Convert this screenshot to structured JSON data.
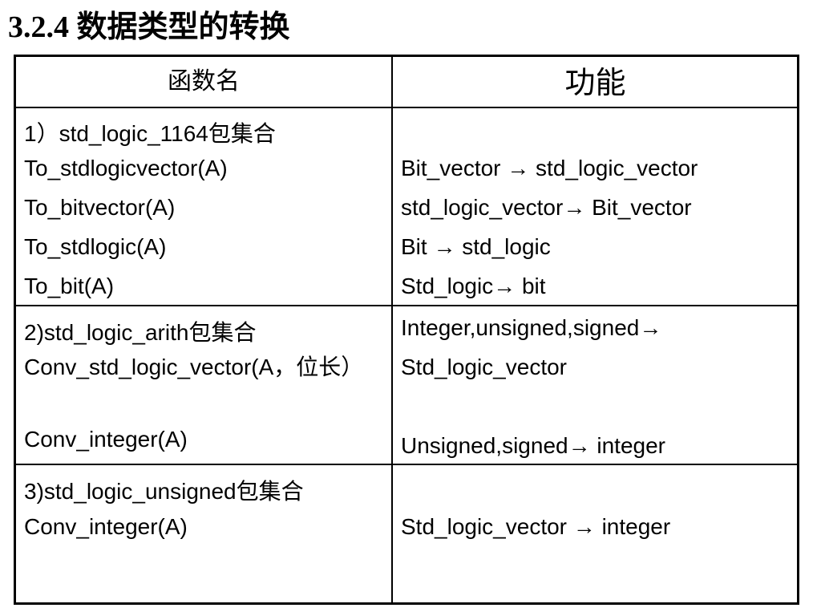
{
  "title": "3.2.4 数据类型的转换",
  "table": {
    "header": {
      "name": "函数名",
      "function": "功能"
    },
    "sections": [
      {
        "package": "1）std_logic_1164包集合",
        "functions": [
          "To_stdlogicvector(A)",
          "To_bitvector(A)",
          "To_stdlogic(A)",
          "To_bit(A)"
        ],
        "descriptions": [
          "Bit_vector → std_logic_vector",
          "std_logic_vector→  Bit_vector",
          "Bit → std_logic",
          "Std_logic→   bit"
        ]
      },
      {
        "package": "2)std_logic_arith包集合",
        "functions": [
          "Conv_std_logic_vector(A，位长）",
          "Conv_integer(A)"
        ],
        "descriptions": [
          "Integer,unsigned,signed→",
          "Std_logic_vector",
          "Unsigned,signed→  integer"
        ]
      },
      {
        "package": "3)std_logic_unsigned包集合",
        "functions": [
          "Conv_integer(A)"
        ],
        "descriptions": [
          "Std_logic_vector →   integer"
        ]
      }
    ]
  }
}
